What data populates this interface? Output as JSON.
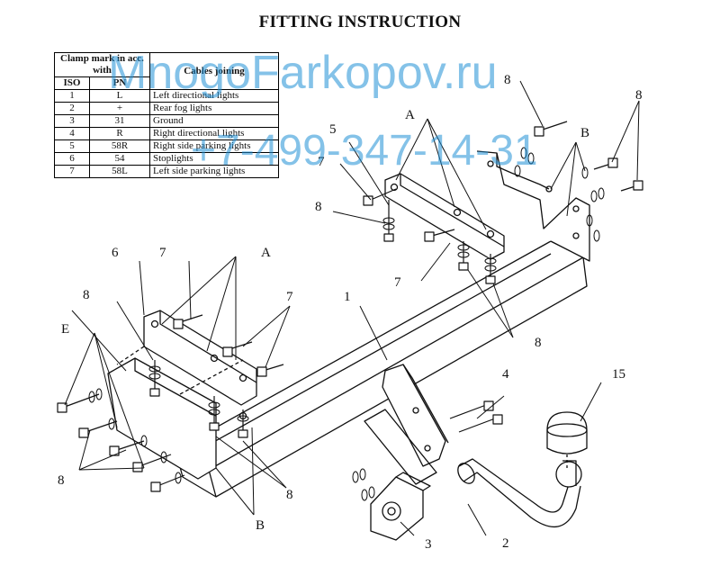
{
  "title": "FITTING INSTRUCTION",
  "clamp_table": {
    "header_clamp": "Clamp mark in acc. with",
    "header_cables": "Cables joining",
    "header_iso": "ISO",
    "header_pn": "PN",
    "rows": [
      {
        "iso": "1",
        "pn": "L",
        "desc": "Left directional lights"
      },
      {
        "iso": "2",
        "pn": "+",
        "desc": "Rear fog lights"
      },
      {
        "iso": "3",
        "pn": "31",
        "desc": "Ground"
      },
      {
        "iso": "4",
        "pn": "R",
        "desc": "Right directional lights"
      },
      {
        "iso": "5",
        "pn": "58R",
        "desc": "Right side parking lights"
      },
      {
        "iso": "6",
        "pn": "54",
        "desc": "Stoplights"
      },
      {
        "iso": "7",
        "pn": "58L",
        "desc": "Left side parking lights"
      }
    ]
  },
  "watermark": {
    "site": "MnogoFarkopov.ru",
    "phone": "+7-499-347-14-31",
    "color": "#1f8fd6"
  },
  "callouts": {
    "c1": "1",
    "c2": "2",
    "c3": "3",
    "c4": "4",
    "c5": "5",
    "c6": "6",
    "c7": "7",
    "c8": "8",
    "c15": "15",
    "cA": "A",
    "cB": "B",
    "cE": "E"
  }
}
